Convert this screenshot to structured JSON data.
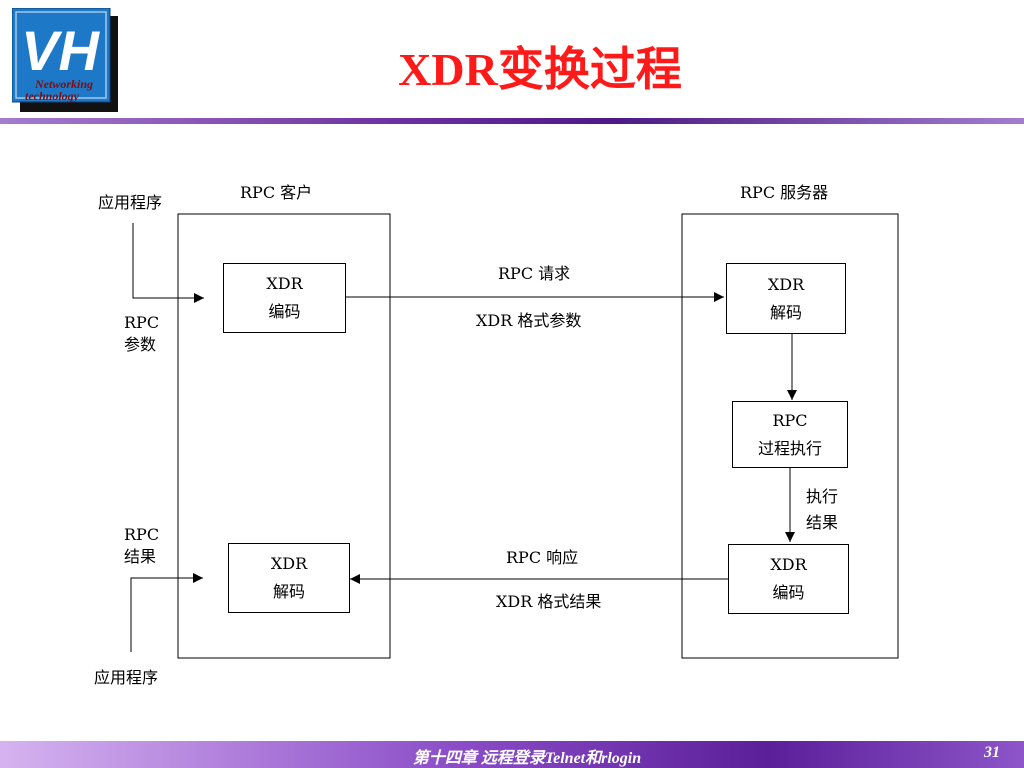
{
  "header": {
    "title": "XDR变换过程",
    "logo": {
      "letters": "VH",
      "subtitle_line1": "Networking",
      "subtitle_line2": "technology",
      "colors": {
        "blue": "#1e78c8",
        "dark": "#111111"
      }
    }
  },
  "diagram": {
    "client_label": "RPC 客户",
    "server_label": "RPC 服务器",
    "app_top": "应用程序",
    "app_bottom": "应用程序",
    "rpc_params_line1": "RPC",
    "rpc_params_line2": "参数",
    "rpc_result_line1": "RPC",
    "rpc_result_line2": "结果",
    "client_encode": {
      "line1": "XDR",
      "line2": "编码"
    },
    "client_decode": {
      "line1": "XDR",
      "line2": "解码"
    },
    "server_decode": {
      "line1": "XDR",
      "line2": "解码"
    },
    "server_exec": {
      "line1": "RPC",
      "line2": "过程执行"
    },
    "server_encode": {
      "line1": "XDR",
      "line2": "编码"
    },
    "request_top": "RPC 请求",
    "request_bottom": "XDR 格式参数",
    "response_top": "RPC 响应",
    "response_bottom": "XDR 格式结果",
    "exec_result_line1": "执行",
    "exec_result_line2": "结果"
  },
  "footer": {
    "chapter": "第十四章   远程登录Telnet和rlogin",
    "page": "31",
    "colors": {
      "title": "#ff1a1a",
      "rule": "#5b1f99"
    }
  }
}
